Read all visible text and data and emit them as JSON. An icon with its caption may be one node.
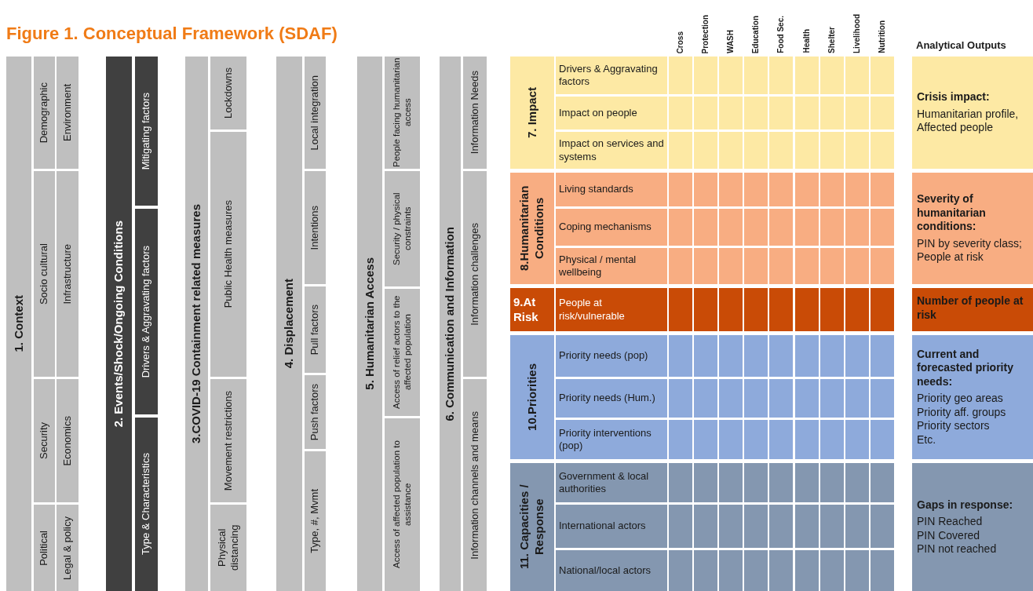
{
  "diagram": {
    "title": "Figure 1. Conceptual Framework (SDAF)",
    "nodes": [
      {
        "text": [
          "1. Context"
        ]
      },
      {
        "text": [
          "Demographic"
        ]
      },
      {
        "text": [
          "Socio cultural"
        ]
      },
      {
        "text": [
          "Security"
        ]
      },
      {
        "text": [
          "Political"
        ]
      },
      {
        "text": [
          "Environment"
        ]
      },
      {
        "text": [
          "Infrastructure"
        ]
      },
      {
        "text": [
          "Economics"
        ]
      },
      {
        "text": [
          "Legal & policy"
        ]
      },
      {
        "text": [
          "2. Events/Shock/Ongoing Conditions"
        ]
      },
      {
        "text": [
          "Mitigating factors"
        ]
      },
      {
        "text": [
          "Drivers & Aggravating factors"
        ]
      },
      {
        "text": [
          "Type & Characteristics"
        ]
      },
      {
        "text": [
          "3.COVID-19 Containment related measures"
        ]
      },
      {
        "text": [
          "Lockdowns"
        ]
      },
      {
        "text": [
          "Public Health measures"
        ]
      },
      {
        "text": [
          "Movement restrictions"
        ]
      },
      {
        "text": [
          "Physical distancing"
        ]
      },
      {
        "text": [
          "4. Displacement"
        ]
      },
      {
        "text": [
          "Local integration"
        ]
      },
      {
        "text": [
          "Intentions"
        ]
      },
      {
        "text": [
          "Pull factors"
        ]
      },
      {
        "text": [
          "Push factors"
        ]
      },
      {
        "text": [
          "Type, #, Mvmt"
        ]
      },
      {
        "text": [
          "5. Humanitarian Access"
        ]
      },
      {
        "text": [
          "People facing humanitarian access"
        ]
      },
      {
        "text": [
          "Security / physical constraints"
        ]
      },
      {
        "text": [
          "Access of relief actors to the affected population"
        ]
      },
      {
        "text": [
          "Access of affected population to assistance"
        ]
      },
      {
        "text": [
          "6. Communication and Information"
        ]
      },
      {
        "text": [
          "Information Needs"
        ]
      },
      {
        "text": [
          "Information challenges"
        ]
      },
      {
        "text": [
          "Information channels and means"
        ]
      },
      {
        "text": [
          "7. Impact"
        ]
      },
      {
        "text": [
          "Drivers & Aggravating factors"
        ]
      },
      {
        "text": [
          "Impact on people"
        ]
      },
      {
        "text": [
          "Impact on services and systems"
        ]
      },
      {
        "text": [
          "Crisis impact:",
          "Humanitarian profile, Affected people"
        ]
      },
      {
        "text": [
          "8.Humanitarian Conditions"
        ]
      },
      {
        "text": [
          "Living standards"
        ]
      },
      {
        "text": [
          "Coping mechanisms"
        ]
      },
      {
        "text": [
          "Physical / mental wellbeing"
        ]
      },
      {
        "text": [
          "Severity of humanitarian conditions:",
          "PIN by severity class;",
          "People at risk"
        ]
      },
      {
        "text": [
          "9.At Risk"
        ]
      },
      {
        "text": [
          "People at risk/vulnerable"
        ]
      },
      {
        "text": [
          "Number of people at risk"
        ]
      },
      {
        "text": [
          "10.Priorities"
        ]
      },
      {
        "text": [
          "Priority needs (pop)"
        ]
      },
      {
        "text": [
          "Priority needs (Hum.)"
        ]
      },
      {
        "text": [
          "Priority interventions (pop)"
        ]
      },
      {
        "text": [
          "Current and forecasted priority needs:",
          "Priority geo areas",
          "Priority aff. groups",
          "Priority sectors",
          "Etc."
        ]
      },
      {
        "text": [
          "11. Capacities / Response"
        ]
      },
      {
        "text": [
          "Government & local authorities"
        ]
      },
      {
        "text": [
          "International actors"
        ]
      },
      {
        "text": [
          "National/local actors"
        ]
      },
      {
        "text": [
          "Gaps in response:",
          "PIN Reached",
          "PIN Covered",
          "PIN not reached"
        ]
      }
    ],
    "labels": [
      "Cross",
      "Protection",
      "WASH",
      "Education",
      "Food Sec.",
      "Health",
      "Shelter",
      "Livelihood",
      "Nutrition",
      "Analytical Outputs"
    ]
  }
}
